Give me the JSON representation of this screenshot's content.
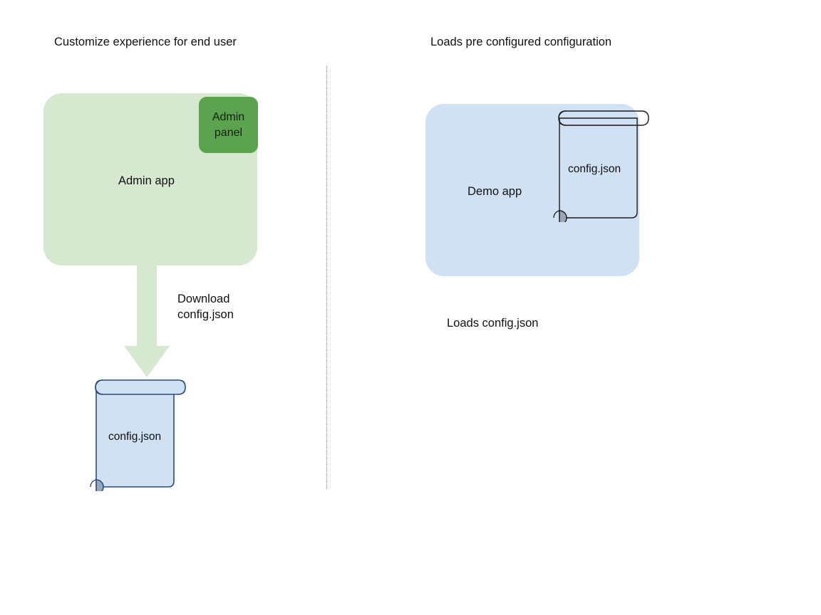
{
  "diagram": {
    "type": "flow-diagram",
    "background_color": "#ffffff",
    "sections": {
      "left": {
        "title": "Customize experience for end user",
        "app": {
          "label": "Admin app",
          "fill_color": "#d7e8d1",
          "panel": {
            "label": "Admin panel",
            "label_line_1": "Admin",
            "label_line_2": "panel",
            "fill_color": "#5ca350"
          }
        },
        "arrow": {
          "caption_line_1": "Download",
          "caption_line_2": "config.json",
          "direction": "down",
          "fill_color": "#d7e8d1"
        },
        "document": {
          "label": "config.json",
          "fill_color": "#d0e1f4",
          "stroke_color": "#2f4b7c",
          "curl_color": "#97a6b8"
        }
      },
      "right": {
        "title": "Loads pre configured configuration",
        "app": {
          "label": "Demo app",
          "fill_color": "#d0e1f4"
        },
        "document": {
          "label": "config.json",
          "fill_color": "none",
          "stroke_color": "#1b1b1b",
          "curl_color": "#97a6b8"
        },
        "caption": "Loads config.json"
      }
    },
    "divider": {
      "style": "dotted",
      "color": "#8a8a8a"
    }
  }
}
